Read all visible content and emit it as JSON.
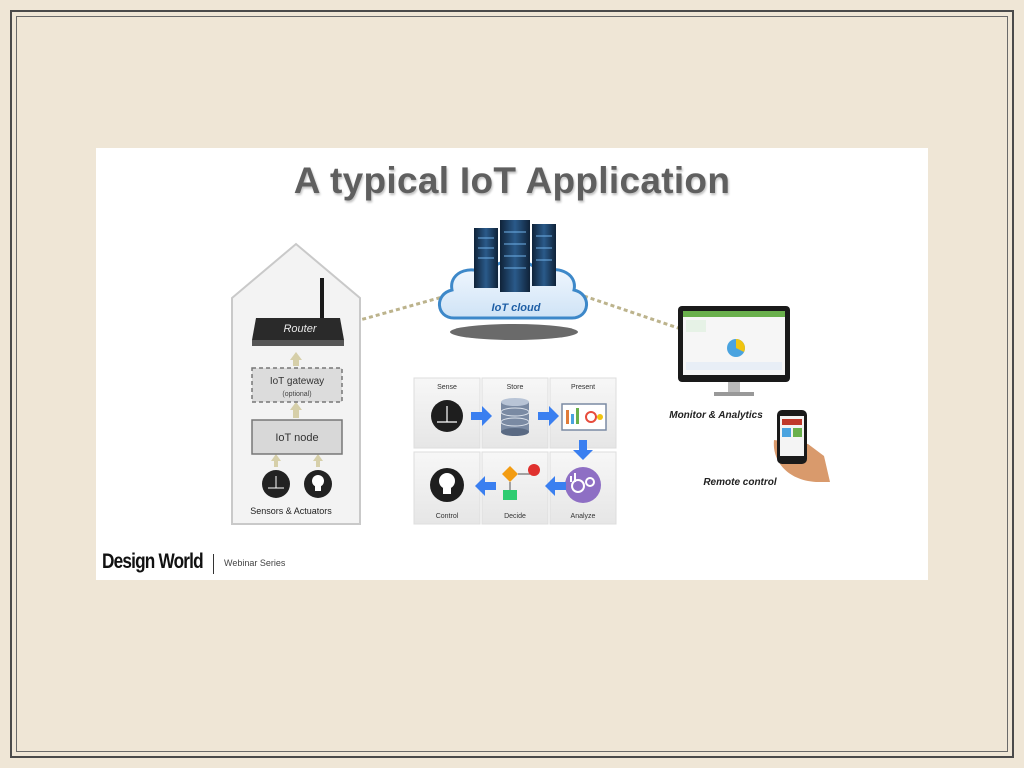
{
  "slide": {
    "title": "A typical IoT Application",
    "cloud_label": "IoT cloud",
    "house": {
      "router_label": "Router",
      "gateway_label": "IoT gateway",
      "gateway_note": "(optional)",
      "node_label": "IoT node",
      "sensors_label": "Sensors & Actuators"
    },
    "pipeline": {
      "steps": [
        "Sense",
        "Store",
        "Present",
        "Control",
        "Decide",
        "Analyze"
      ]
    },
    "monitor_label": "Monitor & Analytics",
    "remote_label": "Remote control",
    "footer": {
      "brand": "Design World",
      "series": "Webinar Series"
    }
  },
  "colors": {
    "background": "#efe6d6",
    "title": "#5f5f5f",
    "arrow_blue": "#3a7ff0",
    "cloud_blue": "#3d88c9",
    "dashed_line": "#bcb38c"
  }
}
